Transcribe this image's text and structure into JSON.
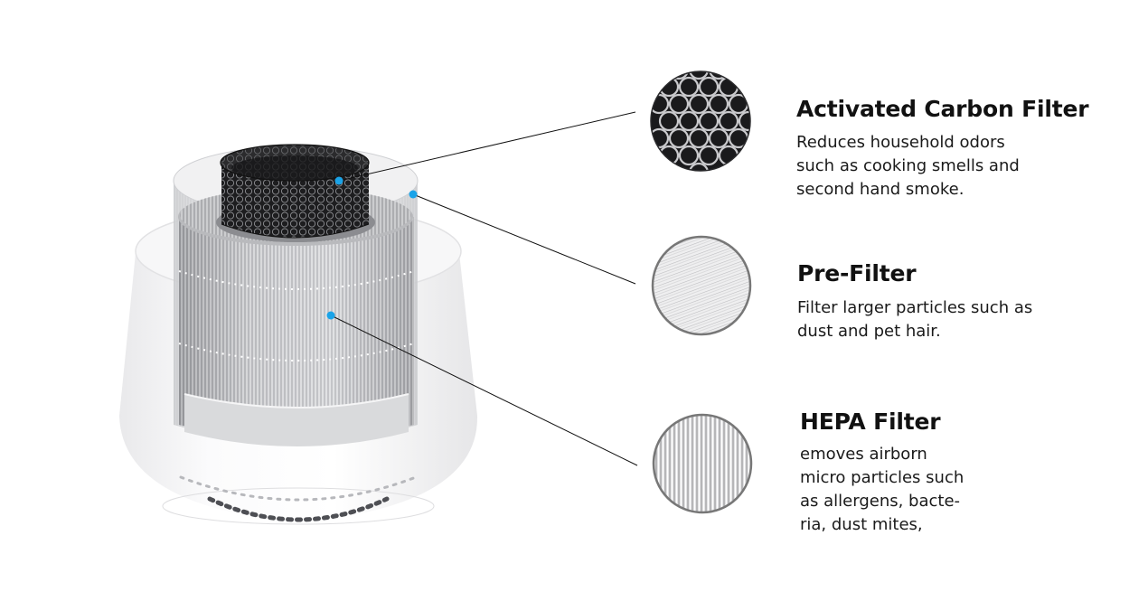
{
  "colors": {
    "accent_dot": "#1aa3e8",
    "leader_line": "#111111",
    "swatch_rim": "#777777"
  },
  "features": [
    {
      "id": "carbon",
      "title": "Activated Carbon Filter",
      "description_lines": [
        "Reduces household odors",
        "such as cooking smells and",
        "second hand smoke."
      ],
      "swatch": "honeycomb"
    },
    {
      "id": "pre",
      "title": "Pre-Filter",
      "description_lines": [
        "Filter larger particles such as",
        "dust and pet hair."
      ],
      "swatch": "fine-mesh"
    },
    {
      "id": "hepa",
      "title": "HEPA Filter",
      "description_lines": [
        "emoves airborn",
        "micro particles such",
        "as allergens, bacte-",
        "ria, dust mites,"
      ],
      "swatch": "pleated"
    }
  ]
}
